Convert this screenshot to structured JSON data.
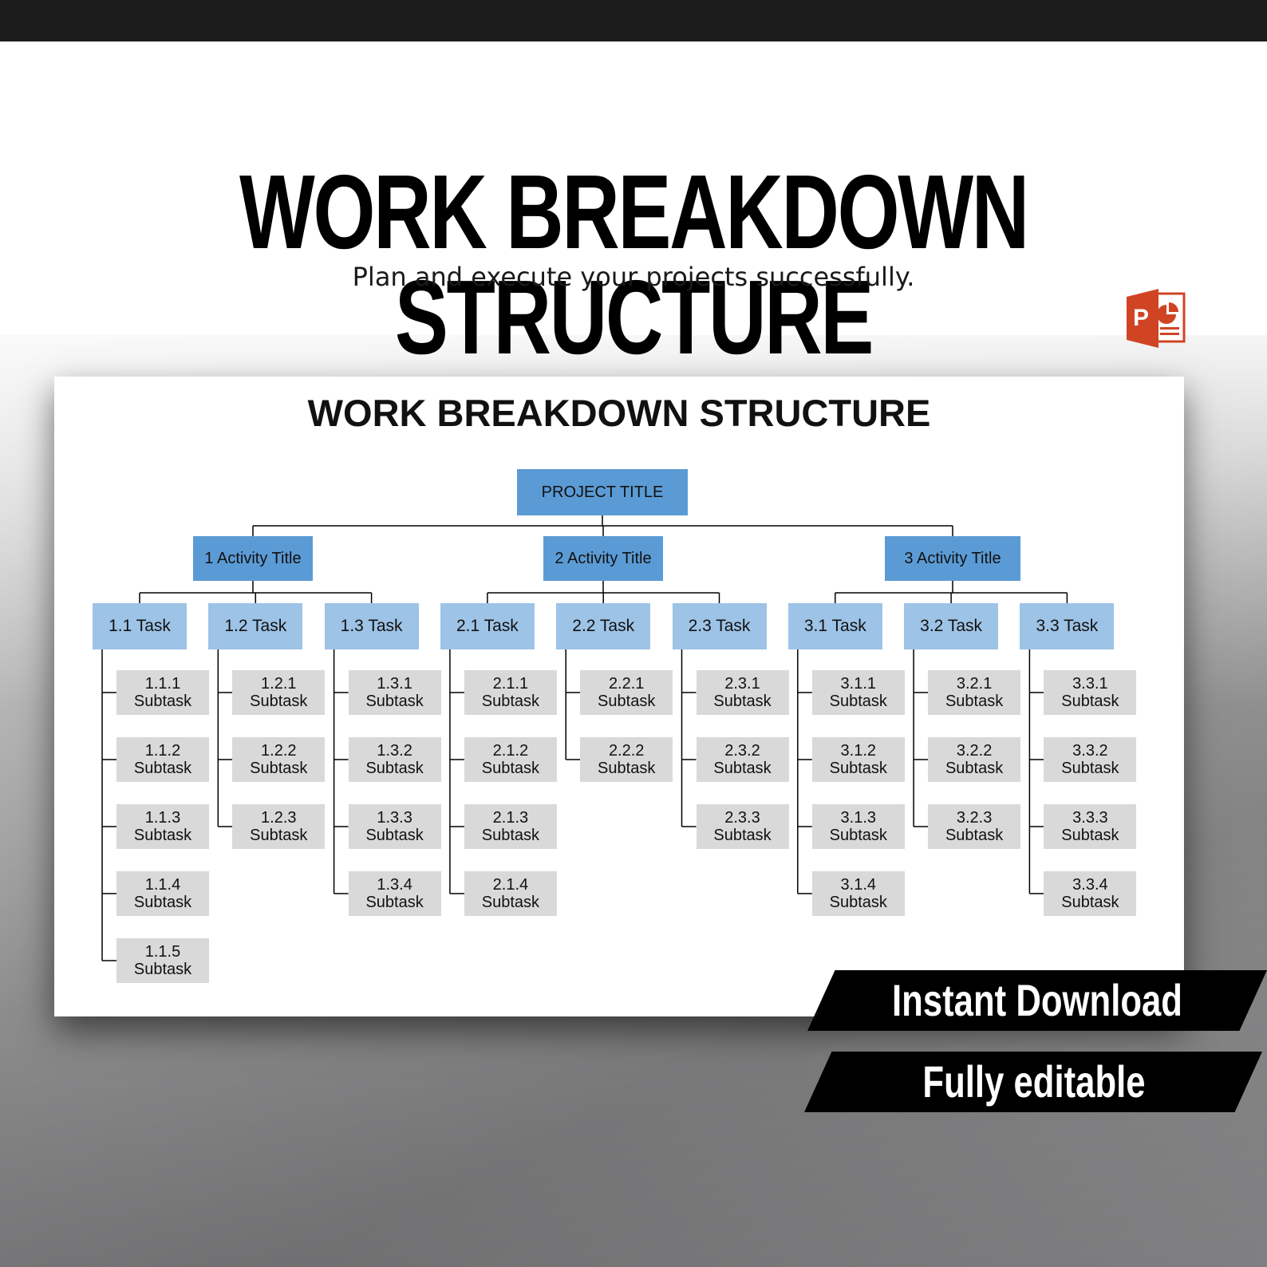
{
  "header": {
    "title": "WORK BREAKDOWN STRUCTURE",
    "subtitle": "Plan and execute your projects successfully."
  },
  "slide": {
    "title": "WORK BREAKDOWN STRUCTURE",
    "project": "PROJECT TITLE",
    "activities": [
      {
        "label": "1 Activity Title",
        "tasks": [
          {
            "label": "1.1 Task",
            "subtasks": [
              [
                "1.1.1",
                "Subtask"
              ],
              [
                "1.1.2",
                "Subtask"
              ],
              [
                "1.1.3",
                "Subtask"
              ],
              [
                "1.1.4",
                "Subtask"
              ],
              [
                "1.1.5",
                "Subtask"
              ]
            ]
          },
          {
            "label": "1.2 Task",
            "subtasks": [
              [
                "1.2.1",
                "Subtask"
              ],
              [
                "1.2.2",
                "Subtask"
              ],
              [
                "1.2.3",
                "Subtask"
              ]
            ]
          },
          {
            "label": "1.3 Task",
            "subtasks": [
              [
                "1.3.1",
                "Subtask"
              ],
              [
                "1.3.2",
                "Subtask"
              ],
              [
                "1.3.3",
                "Subtask"
              ],
              [
                "1.3.4",
                "Subtask"
              ]
            ]
          }
        ]
      },
      {
        "label": "2 Activity Title",
        "tasks": [
          {
            "label": "2.1 Task",
            "subtasks": [
              [
                "2.1.1",
                "Subtask"
              ],
              [
                "2.1.2",
                "Subtask"
              ],
              [
                "2.1.3",
                "Subtask"
              ],
              [
                "2.1.4",
                "Subtask"
              ]
            ]
          },
          {
            "label": "2.2 Task",
            "subtasks": [
              [
                "2.2.1",
                "Subtask"
              ],
              [
                "2.2.2",
                "Subtask"
              ]
            ]
          },
          {
            "label": "2.3 Task",
            "subtasks": [
              [
                "2.3.1",
                "Subtask"
              ],
              [
                "2.3.2",
                "Subtask"
              ],
              [
                "2.3.3",
                "Subtask"
              ]
            ]
          }
        ]
      },
      {
        "label": "3 Activity Title",
        "tasks": [
          {
            "label": "3.1 Task",
            "subtasks": [
              [
                "3.1.1",
                "Subtask"
              ],
              [
                "3.1.2",
                "Subtask"
              ],
              [
                "3.1.3",
                "Subtask"
              ],
              [
                "3.1.4",
                "Subtask"
              ]
            ]
          },
          {
            "label": "3.2 Task",
            "subtasks": [
              [
                "3.2.1",
                "Subtask"
              ],
              [
                "3.2.2",
                "Subtask"
              ],
              [
                "3.2.3",
                "Subtask"
              ]
            ]
          },
          {
            "label": "3.3 Task",
            "subtasks": [
              [
                "3.3.1",
                "Subtask"
              ],
              [
                "3.3.2",
                "Subtask"
              ],
              [
                "3.3.3",
                "Subtask"
              ],
              [
                "3.3.4",
                "Subtask"
              ]
            ]
          }
        ]
      }
    ]
  },
  "banners": {
    "instant": "Instant Download",
    "editable": "Fully editable"
  },
  "icons": {
    "powerpoint": "powerpoint-icon"
  },
  "colors": {
    "activity": "#5b9bd5",
    "task": "#9dc3e6",
    "subtask": "#d9d9d9",
    "powerpoint": "#d04423"
  }
}
